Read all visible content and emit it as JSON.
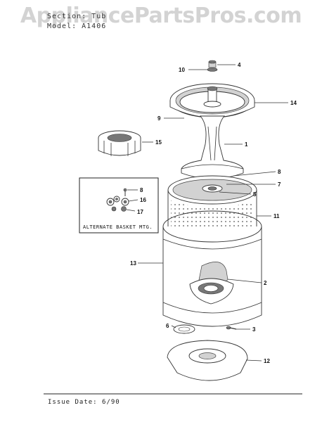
{
  "watermark": "AppliancePartsPros.com",
  "header": {
    "line1": "Section: Tub",
    "line2": "Model: A1406"
  },
  "footer": {
    "issue_date": "Issue Date: 6/90"
  },
  "inset_box": {
    "caption": "ALTERNATE BASKET MTG."
  },
  "callouts": {
    "c1": "1",
    "c2": "2",
    "c3": "3",
    "c4": "4",
    "c5": "5",
    "c6": "6",
    "c7": "7",
    "c8": "8",
    "c8b": "8",
    "c9": "9",
    "c10": "10",
    "c11": "11",
    "c12": "12",
    "c13": "13",
    "c14": "14",
    "c15": "15",
    "c16": "16",
    "c17": "17"
  },
  "colors": {
    "line": "#333333",
    "shade": "#d2d2d2",
    "watermark": "#afafaf"
  }
}
